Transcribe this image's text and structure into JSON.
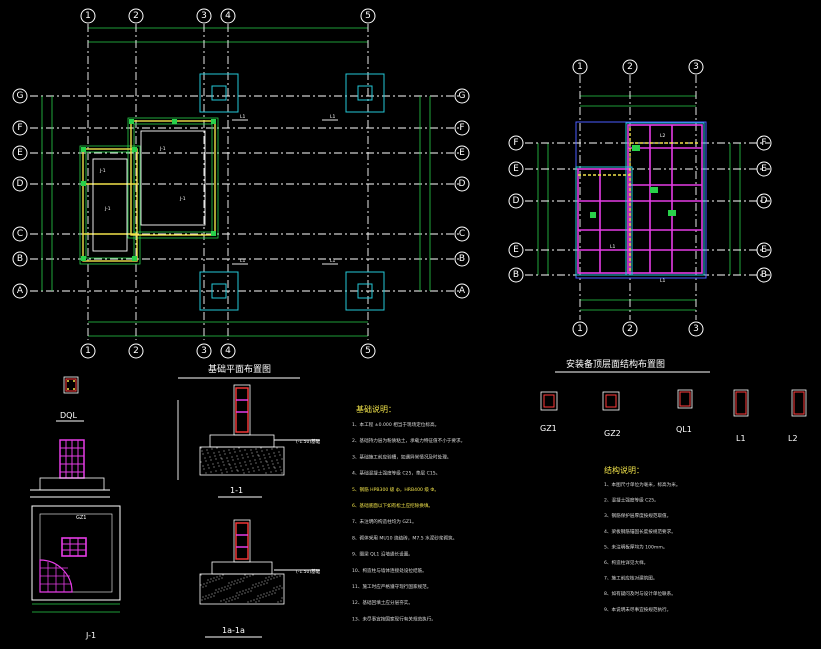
{
  "plan1": {
    "axes_top": [
      "1",
      "2",
      "3",
      "4",
      "5"
    ],
    "axes_left": [
      "G",
      "F",
      "E",
      "D",
      "C",
      "B",
      "A"
    ],
    "axes_right": [
      "G",
      "F",
      "E",
      "D",
      "C",
      "B",
      "A"
    ],
    "axes_bottom": [
      "1",
      "2",
      "3",
      "4",
      "5"
    ]
  },
  "plan2": {
    "axes_top": [
      "1",
      "2",
      "3"
    ],
    "axes_left": [
      "F",
      "E",
      "D",
      "E",
      "B"
    ],
    "axes_right": [
      "F",
      "E",
      "D",
      "E",
      "B"
    ],
    "axes_bottom": [
      "1",
      "2",
      "3"
    ],
    "title": "安装备顶层面结构布置图"
  },
  "section_title": "基础平面布置图",
  "section_labels": [
    "1-1",
    "1a-1a"
  ],
  "detail_labels": [
    "DQL",
    "J-1",
    "GZ1",
    "GZ2",
    "QL1",
    "L1",
    "L2"
  ],
  "notes_title": "基础说明：",
  "notes_right_title": "结构说明：",
  "notes_left": [
    "1、本工程 ±0.000 相当于现场定位标高。",
    "2、基础持力层为粉质粘土，承载力特征值不小于要求。",
    "3、基础施工前应验槽，如遇异常情况及时处理。",
    "4、基础混凝土强度等级 C25，垫层 C15。",
    "5、钢筋 HPB300 级 ф，HRB400 级 Ф。",
    "6、基础底面以下如有松土应挖除换填。",
    "7、未注明的构造柱均为 GZ1。",
    "8、砌体采用 MU10 烧结砖，M7.5 水泥砂浆砌筑。",
    "9、圈梁 QL1 沿墙通长设置。",
    "10、构造柱与墙体连接处设拉结筋。",
    "11、施工时应严格遵守现行国家规范。",
    "12、基础回填土应分层夯实。",
    "13、未尽事宜按国家现行有关规范执行。"
  ],
  "notes_right": [
    "1、本图尺寸单位为毫米，标高为米。",
    "2、混凝土强度等级 C25。",
    "3、钢筋保护层厚度按规范取值。",
    "4、梁板钢筋锚固长度按规范要求。",
    "5、未注明板厚均为 100mm。",
    "6、构造柱详见大样。",
    "7、施工前应核对建筑图。",
    "8、如有疑问及时与设计单位联系。",
    "9、本说明未尽事宜按规范执行。"
  ],
  "colors": {
    "green": "#29d14a",
    "cyan": "#24c8d8",
    "yellow": "#f1e34a",
    "magenta": "#e63ce6",
    "blue": "#4a5cff",
    "white": "#ffffff",
    "red": "#ff3a3a"
  }
}
